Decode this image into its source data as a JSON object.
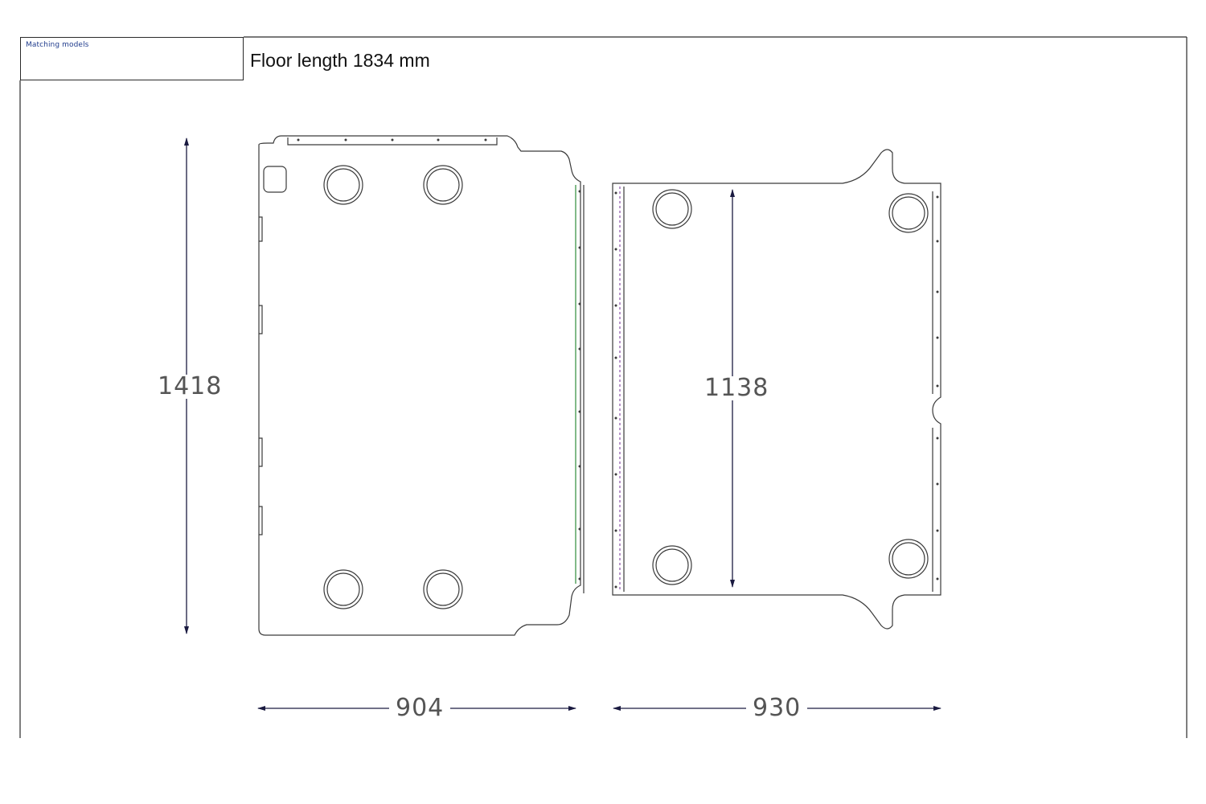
{
  "title_block": {
    "label": "Matching models"
  },
  "header": {
    "text": "Floor length 1834 mm"
  },
  "dimensions": {
    "left_height": "1418",
    "left_width": "904",
    "right_width": "930",
    "right_inner_height": "1138"
  },
  "colors": {
    "outline": "#3a3a3a",
    "dimension_line": "#1a1a40",
    "title_label": "#1f3b8c",
    "edge_green": "#2e8b3a",
    "edge_purple": "#8a4fa8"
  }
}
